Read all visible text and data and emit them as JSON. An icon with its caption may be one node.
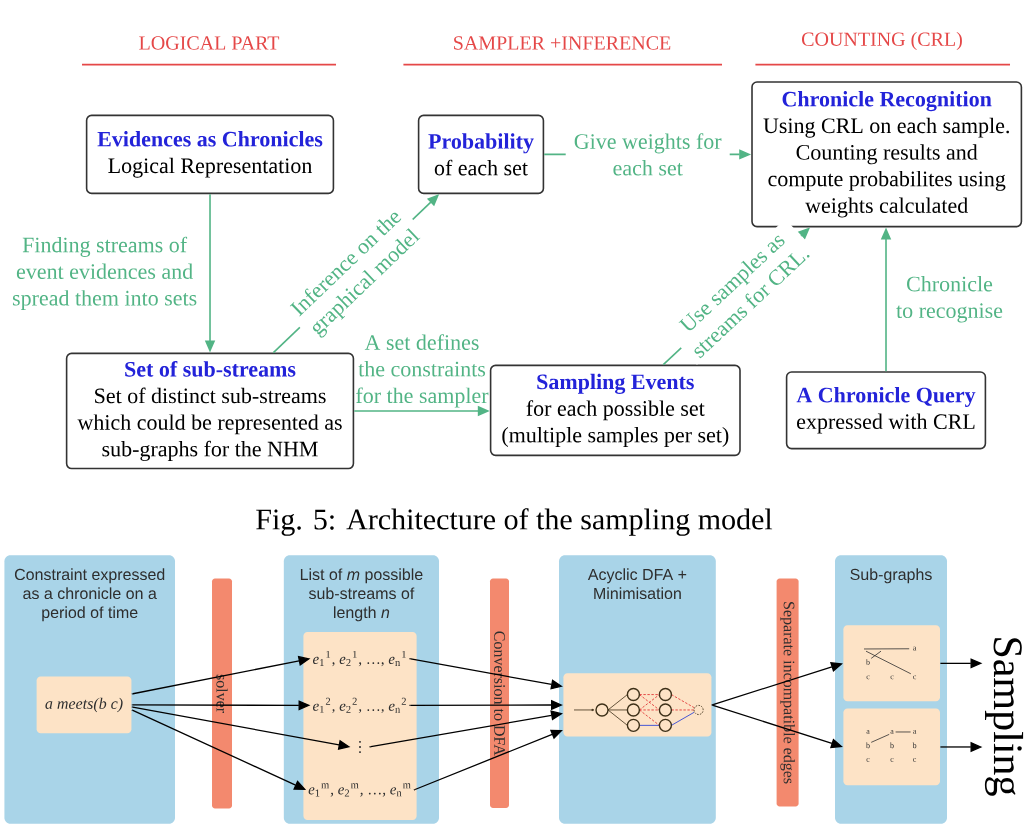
{
  "diagram": {
    "caption": "Fig. 5: Architecture of the sampling model",
    "nodes": [
      {
        "text": [
          "Evidences as Chronicles",
          "Logical Representation"
        ]
      },
      {
        "text": [
          "Probability",
          "of each set"
        ]
      },
      {
        "text": [
          "Chronicle Recognition",
          "Using CRL on each sample. Counting results and compute probabilites using weights calculated"
        ]
      },
      {
        "text": [
          "Set of sub-streams",
          "Set of distinct sub-streams which could be represented as sub-graphs for the NHM"
        ]
      },
      {
        "text": [
          "Sampling Events",
          "for each possible set (multiple samples per set)"
        ]
      },
      {
        "text": [
          "A Chronicle Query",
          "expressed with CRL"
        ]
      },
      {
        "text": [
          "Constraint expressed as a chronicle on a period of time"
        ]
      },
      {
        "text": [
          "a meets(b c)"
        ],
        "in": 6
      },
      {
        "text": [
          "solver"
        ]
      },
      {
        "text": [
          "List of *m* possible sub-streams of length *n*"
        ]
      },
      {
        "text": [],
        "shape": "box",
        "in": 9
      },
      {
        "text": [
          "*e*$_{1}$$^{1}$, *e*$_{2}$$^{1}$, …, *e*$_{n}$$^{1}$"
        ],
        "in": 10
      },
      {
        "text": [
          "*e*$_{1}$$^{2}$, *e*$_{2}$$^{2}$, …, *e*$_{n}$$^{2}$"
        ],
        "in": 10
      },
      {
        "text": [
          "⋮"
        ],
        "in": 10
      },
      {
        "text": [
          "*e*$_{1}$$^{m}$, *e*$_{2}$$^{m}$, …, *e*$_{n}$$^{m}$"
        ],
        "in": 10
      },
      {
        "text": [
          "Conversion to DFA"
        ]
      },
      {
        "text": [
          "Acyclic DFA + Minimisation"
        ]
      },
      {
        "text": [],
        "shape": "box",
        "in": 16
      },
      {
        "text": [
          "Separate incompatible edges"
        ]
      },
      {
        "text": [
          "Sub-graphs"
        ]
      },
      {
        "text": [],
        "shape": "box",
        "in": 19
      },
      {
        "text": [],
        "shape": "box",
        "in": 19
      },
      {
        "text": [
          "Sampling"
        ]
      }
    ],
    "edges": [
      {
        "from": 0,
        "to": 3,
        "arrow": "to",
        "label": "Finding streams of event evidences and spread them into sets",
        "color": "#52b485"
      },
      {
        "from": 3,
        "to": 1,
        "arrow": "to",
        "label": "Inference on the graphical model",
        "color": "#52b485"
      },
      {
        "from": 1,
        "to": 2,
        "arrow": "to",
        "label": "Give weights for each set",
        "color": "#52b485"
      },
      {
        "from": 3,
        "to": 4,
        "arrow": "to",
        "label": "A set defines the constraints for the sampler",
        "color": "#52b485"
      },
      {
        "from": 4,
        "to": 2,
        "arrow": "to",
        "label": "Use samples as streams for CRL.",
        "color": "#52b485"
      },
      {
        "from": 5,
        "to": 2,
        "arrow": "to",
        "label": "Chronicle to recognise",
        "color": "#52b485"
      },
      {
        "from": 7,
        "to": 11,
        "arrow": "to"
      },
      {
        "from": 7,
        "to": 12,
        "arrow": "to"
      },
      {
        "from": 7,
        "to": 13,
        "arrow": "to"
      },
      {
        "from": 7,
        "to": 14,
        "arrow": "to"
      },
      {
        "from": 11,
        "to": 17,
        "arrow": "to"
      },
      {
        "from": 12,
        "to": 17,
        "arrow": "to"
      },
      {
        "from": 13,
        "to": 17,
        "arrow": "to"
      },
      {
        "from": 14,
        "to": 17,
        "arrow": "to"
      },
      {
        "from": 17,
        "to": 20,
        "arrow": "to"
      },
      {
        "from": 17,
        "to": 21,
        "arrow": "to"
      },
      {
        "from": 20,
        "to": 22,
        "arrow": "to"
      },
      {
        "from": 21,
        "to": 22,
        "arrow": "to"
      }
    ],
    "labels": [
      "LOGICAL PART",
      "SAMPLER +INFERENCE",
      "COUNTING (CRL)",
      "a",
      "b",
      "c",
      "c",
      "c",
      "a",
      "a",
      "a",
      "b",
      "b",
      "b",
      "c",
      "c",
      "c"
    ]
  }
}
